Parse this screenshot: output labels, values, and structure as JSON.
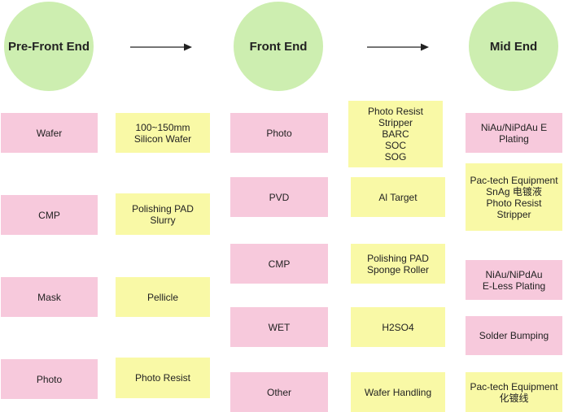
{
  "stages": [
    {
      "id": "pre-front-end",
      "label": "Pre-Front End"
    },
    {
      "id": "front-end",
      "label": "Front End"
    },
    {
      "id": "mid-end",
      "label": "Mid End"
    }
  ],
  "pre_front_end": {
    "processes": [
      "Wafer",
      "CMP",
      "Mask",
      "Photo"
    ],
    "materials": [
      "100~150mm\nSilicon Wafer",
      "Polishing PAD\nSlurry",
      "Pellicle",
      "Photo Resist"
    ]
  },
  "front_end": {
    "processes": [
      "Photo",
      "PVD",
      "CMP",
      "WET",
      "Other"
    ],
    "materials": [
      "Photo Resist\nStripper\nBARC\nSOC\nSOG",
      "Al Target",
      "Polishing PAD\nSponge Roller",
      "H2SO4",
      "Wafer Handling"
    ]
  },
  "mid_end": {
    "items": [
      "NiAu/NiPdAu E\nPlating",
      "Pac-tech Equipment\nSnAg 电镀液\nPhoto Resist\nStripper",
      "NiAu/NiPdAu\nE-Less Plating",
      "Solder Bumping",
      "Pac-tech Equipment\n化镀线"
    ]
  },
  "colors": {
    "circle": "#cdeeb0",
    "process": "#f7c9dc",
    "material": "#f9f9a6",
    "arrow": "#222222"
  }
}
